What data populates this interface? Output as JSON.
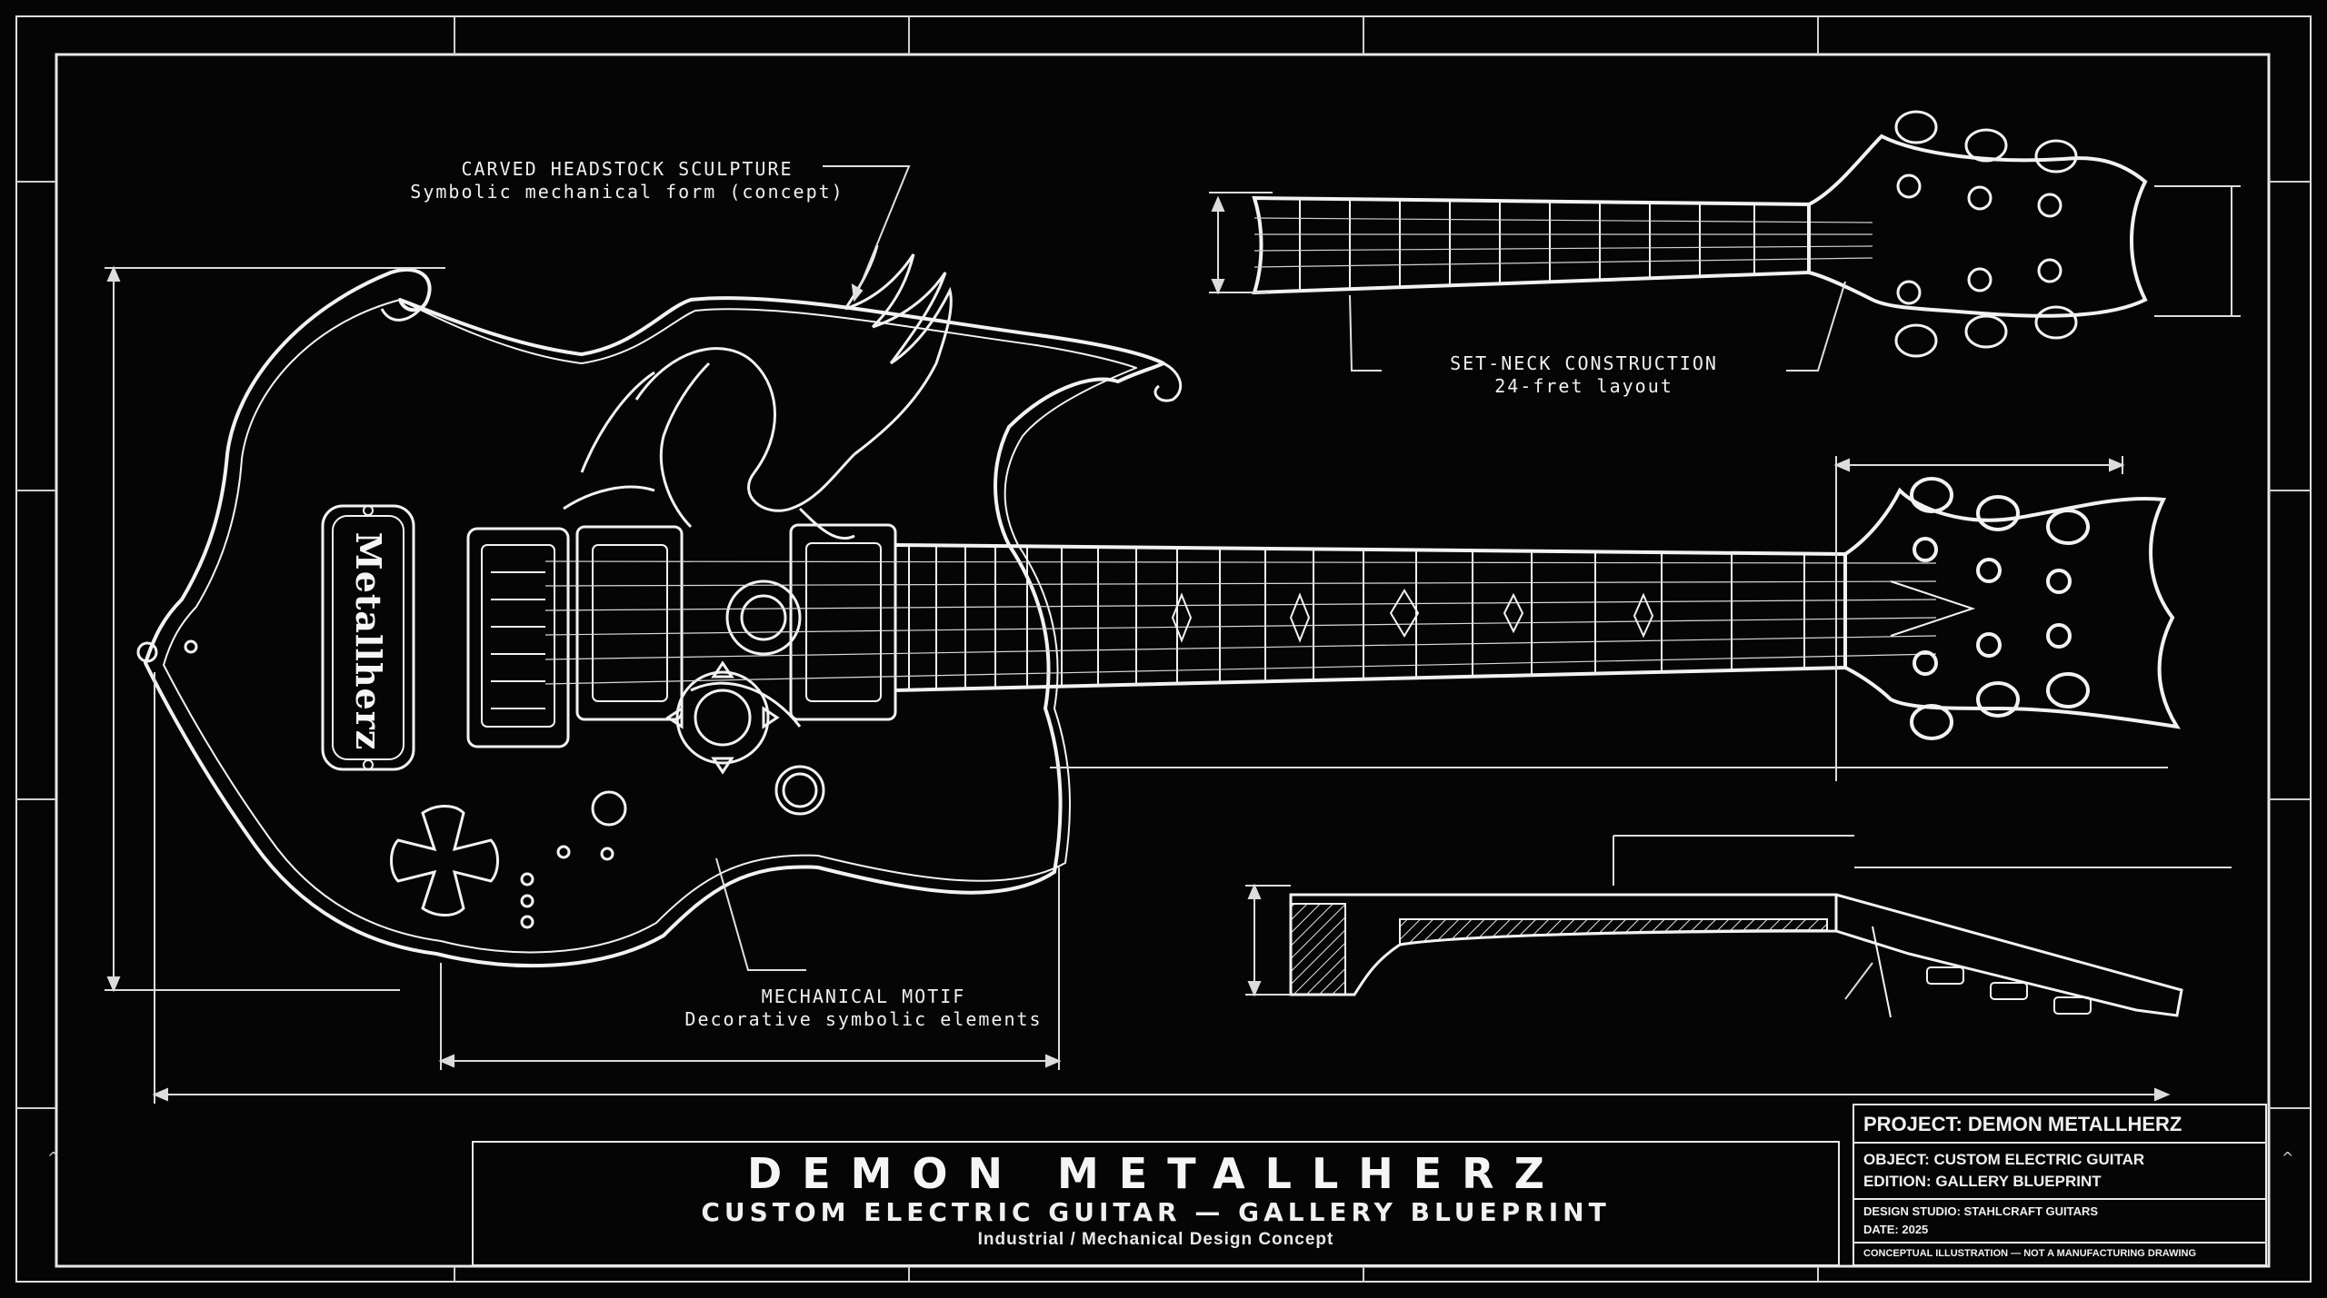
{
  "annotations": {
    "headstock_sculpture": {
      "title": "CARVED HEADSTOCK SCULPTURE",
      "subtitle": "Symbolic mechanical form (concept)"
    },
    "set_neck": {
      "title": "SET-NECK CONSTRUCTION",
      "subtitle": "24-fret layout"
    },
    "mechanical_motif": {
      "title": "MECHANICAL MOTIF",
      "subtitle": "Decorative symbolic elements"
    }
  },
  "body_plate_text": "Metallherz",
  "title_block": {
    "title": "DEMON METALLHERZ",
    "subtitle": "CUSTOM ELECTRIC GUITAR — GALLERY BLUEPRINT",
    "tagline": "Industrial / Mechanical Design Concept"
  },
  "info_block": {
    "project": "PROJECT: DEMON METALLHERZ",
    "object": "OBJECT: CUSTOM ELECTRIC GUITAR",
    "edition": "EDITION: GALLERY BLUEPRINT",
    "studio": "DESIGN STUDIO: STAHLCRAFT GUITARS",
    "date": "DATE: 2025",
    "note": "CONCEPTUAL ILLUSTRATION — NOT A MANUFACTURING DRAWING"
  },
  "edge_marker": "^",
  "colors": {
    "background": "#050505",
    "line": "#f2f2f2",
    "grid": "#9a9a9a"
  }
}
